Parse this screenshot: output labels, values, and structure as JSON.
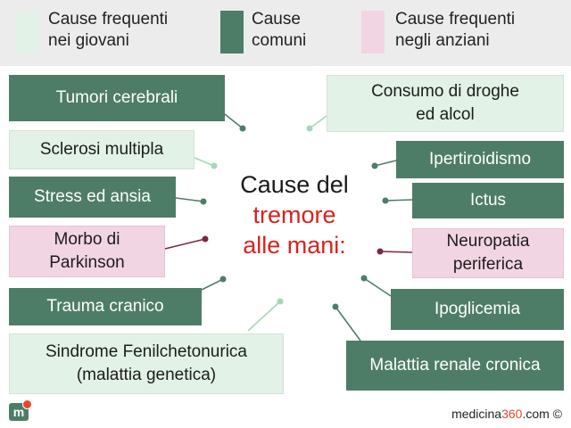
{
  "legend": {
    "young": "Cause frequenti\nnei giovani",
    "common": "Cause\ncomuni",
    "elderly": "Cause frequenti\nnegli anziani"
  },
  "colors": {
    "young": "#e2f2e6",
    "common": "#4e7d67",
    "elderly": "#f2d5e3",
    "title_accent": "#d8231d",
    "brand_accent": "#e8462a"
  },
  "title": {
    "line1": "Cause del",
    "line2": "tremore",
    "line3": "alle mani:"
  },
  "causes_left": [
    {
      "label": "Tumori cerebrali",
      "category": "common"
    },
    {
      "label": "Sclerosi multipla",
      "category": "young"
    },
    {
      "label": "Stress ed ansia",
      "category": "common"
    },
    {
      "label": "Morbo di\nParkinson",
      "category": "elderly"
    },
    {
      "label": "Trauma cranico",
      "category": "common"
    },
    {
      "label": "Sindrome Fenilchetonurica\n(malattia genetica)",
      "category": "young"
    }
  ],
  "causes_right": [
    {
      "label": "Consumo di droghe\ned alcol",
      "category": "young"
    },
    {
      "label": "Ipertiroidismo",
      "category": "common"
    },
    {
      "label": "Ictus",
      "category": "common"
    },
    {
      "label": "Neuropatia\nperiferica",
      "category": "elderly"
    },
    {
      "label": "Ipoglicemia",
      "category": "common"
    },
    {
      "label": "Malattia renale cronica",
      "category": "common"
    }
  ],
  "footer": {
    "logo_letter": "m",
    "brand_prefix": "medicina",
    "brand_number": "360",
    "brand_suffix": ".com ©"
  }
}
